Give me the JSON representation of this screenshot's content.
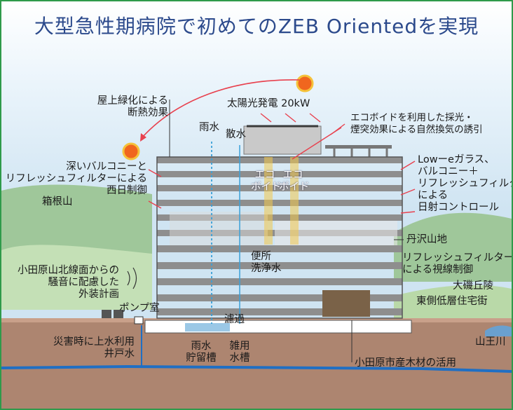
{
  "title": "大型急性期病院で初めてのZEB Orientedを実現",
  "labels": {
    "rooftop_greening": "屋上緑化による",
    "rooftop_insulation": "断熱効果",
    "solar": "太陽光発電 20kW",
    "rainwater": "雨水",
    "sprinkling": "散水",
    "ecovoid_line1": "エコボイドを利用した採光・",
    "ecovoid_line2": "煙突効果による自然換気の誘引",
    "balcony_line1": "深いバルコニーと",
    "balcony_line2": "リフレッシュフィルターによる",
    "balcony_line3": "西日制御",
    "hakone": "箱根山",
    "eco_void_1": "エコ",
    "eco_void_2": "ボイド",
    "eco_void_3": "エコ",
    "eco_void_4": "ボイド",
    "lowe_line1": "Lowーeガラス、",
    "lowe_line2": "バルコニー＋",
    "lowe_line3": "リフレッシュフィルター",
    "lowe_line4": "による",
    "lowe_line5": "日射コントロール",
    "tanzawa": "丹沢山地",
    "toilet_line1": "便所",
    "toilet_line2": "洗浄水",
    "refresh_line1": "リフレッシュフィルター",
    "refresh_line2": "による視線制御",
    "noise_line1": "小田原山北線面からの",
    "noise_line2": "騒音に配慮した",
    "noise_line3": "外装計画",
    "oiso": "大磯丘陵",
    "east_housing": "東側低層住宅街",
    "pump_room": "ポンプ室",
    "filtration": "濾過",
    "disaster_line1": "災害時に上水利用",
    "disaster_line2": "井戸水",
    "rain_tank_line1": "雨水",
    "rain_tank_line2": "貯留槽",
    "misc_tank_line1": "雑用",
    "misc_tank_line2": "水槽",
    "yamaou": "山王川",
    "timber": "小田原市産木材の活用"
  },
  "colors": {
    "title": "#2c4a8c",
    "frame": "#2f9a4a",
    "floor_slab": "#8a8a8a",
    "water_line": "#3aa0d8",
    "arrow": "#e8414e",
    "ground": "#a9806a",
    "river": "#1f6fc4"
  }
}
